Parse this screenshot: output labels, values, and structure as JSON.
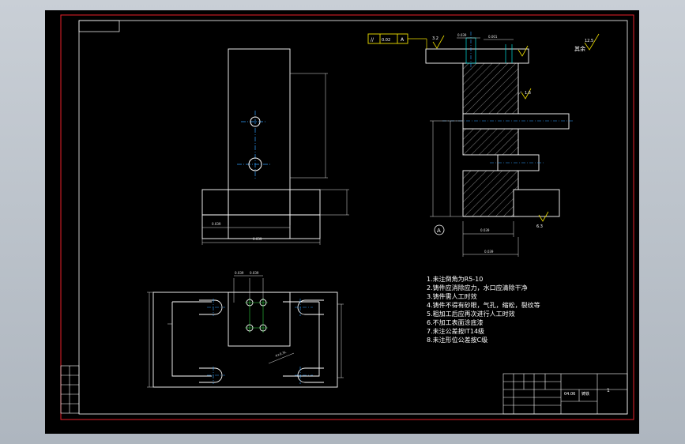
{
  "colors": {
    "viewport_bg": "#000000",
    "sheet_border": "#e8202a",
    "line": "#ffffff",
    "dim": "#e0e0e0",
    "center": "#2fa0ff",
    "cyan": "#00e0e0",
    "yellow": "#f0e000",
    "green": "#30d040"
  },
  "roughness": {
    "r32": "3.2",
    "r125": "12.5",
    "r16": "1.6",
    "r63": "6.3",
    "remaining": "其余"
  },
  "tolerance_frame": {
    "symbol": "//",
    "value": "0.02",
    "datum": "A"
  },
  "section_dims": {
    "top_a": "0.039",
    "top_b": "0.001",
    "bottom_a": "0.039",
    "bottom_b": "0.039"
  },
  "front_dims": {
    "d1": "0.039",
    "d2": "0.039"
  },
  "plan_dims": {
    "d1": "0.039",
    "d2": "0.039",
    "angle": "4×0.3L"
  },
  "datum_label": "A",
  "notes": [
    "1.未注倒角为R5-10",
    "2.铸件应消除应力，水口应清除干净",
    "3.铸件需人工时效",
    "4.铸件不得有砂眼，气孔，缩松，裂纹等",
    "5.粗加工后应再次进行人工时效",
    "6.不加工表面涂底漆",
    "7.未注公差按IT14级",
    "8.未注形位公差按C级"
  ],
  "title_block": {
    "label_a": "04.06",
    "label_b": "铸铁",
    "sheet": "1"
  }
}
